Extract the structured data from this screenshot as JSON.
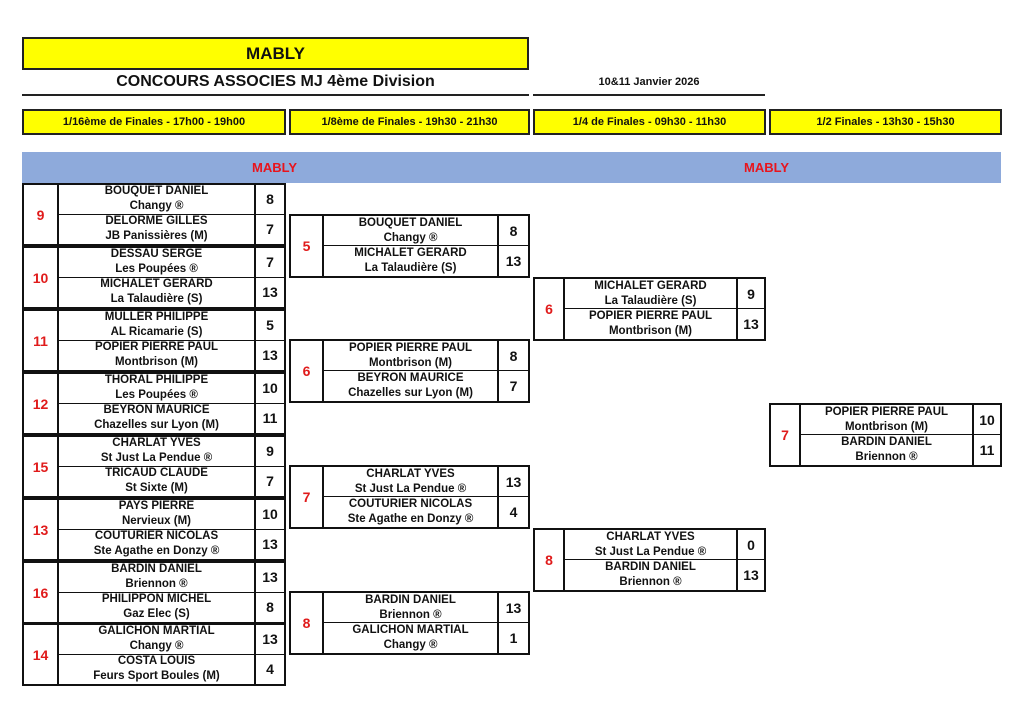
{
  "header": {
    "venue": "MABLY",
    "competition": "CONCOURS ASSOCIES MJ 4ème Division",
    "date": "10&11 Janvier 2026"
  },
  "rounds": [
    {
      "label": "1/16ème de Finales - 17h00 - 19h00"
    },
    {
      "label": "1/8ème de Finales - 19h30 - 21h30"
    },
    {
      "label": "1/4 de Finales - 09h30 - 11h30"
    },
    {
      "label": "1/2 Finales - 13h30 - 15h30"
    }
  ],
  "band": {
    "left_label": "MABLY",
    "right_label": "MABLY"
  },
  "colors": {
    "header_yellow": "#ffff00",
    "band_blue": "#8eaadb",
    "number_red": "#e01b1b"
  },
  "round1": [
    {
      "number": "9",
      "players": [
        {
          "name": "BOUQUET DANIEL",
          "club": "Changy ®",
          "score": "8"
        },
        {
          "name": "DELORME GILLES",
          "club": "JB Panissières (M)",
          "score": "7"
        }
      ]
    },
    {
      "number": "10",
      "players": [
        {
          "name": "DESSAU SERGE",
          "club": "Les Poupées ®",
          "score": "7"
        },
        {
          "name": "MICHALET GERARD",
          "club": "La Talaudière (S)",
          "score": "13"
        }
      ]
    },
    {
      "number": "11",
      "players": [
        {
          "name": "MULLER PHILIPPE",
          "club": "AL Ricamarie (S)",
          "score": "5"
        },
        {
          "name": "POPIER PIERRE PAUL",
          "club": "Montbrison (M)",
          "score": "13"
        }
      ]
    },
    {
      "number": "12",
      "players": [
        {
          "name": "THORAL PHILIPPE",
          "club": "Les Poupées ®",
          "score": "10"
        },
        {
          "name": "BEYRON MAURICE",
          "club": "Chazelles sur Lyon (M)",
          "score": "11"
        }
      ]
    },
    {
      "number": "15",
      "players": [
        {
          "name": "CHARLAT YVES",
          "club": "St Just La Pendue ®",
          "score": "9"
        },
        {
          "name": "TRICAUD CLAUDE",
          "club": "St Sixte (M)",
          "score": "7"
        }
      ]
    },
    {
      "number": "13",
      "players": [
        {
          "name": "PAYS PIERRE",
          "club": "Nervieux (M)",
          "score": "10"
        },
        {
          "name": "COUTURIER NICOLAS",
          "club": "Ste Agathe en Donzy ®",
          "score": "13"
        }
      ]
    },
    {
      "number": "16",
      "players": [
        {
          "name": "BARDIN DANIEL",
          "club": "Briennon ®",
          "score": "13"
        },
        {
          "name": "PHILIPPON MICHEL",
          "club": "Gaz Elec (S)",
          "score": "8"
        }
      ]
    },
    {
      "number": "14",
      "players": [
        {
          "name": "GALICHON MARTIAL",
          "club": "Changy ®",
          "score": "13"
        },
        {
          "name": "COSTA LOUIS",
          "club": "Feurs Sport Boules (M)",
          "score": "4"
        }
      ]
    }
  ],
  "round2": [
    {
      "number": "5",
      "players": [
        {
          "name": "BOUQUET DANIEL",
          "club": "Changy ®",
          "score": "8"
        },
        {
          "name": "MICHALET GERARD",
          "club": "La Talaudière (S)",
          "score": "13"
        }
      ]
    },
    {
      "number": "6",
      "players": [
        {
          "name": "POPIER PIERRE PAUL",
          "club": "Montbrison (M)",
          "score": "8"
        },
        {
          "name": "BEYRON MAURICE",
          "club": "Chazelles sur Lyon (M)",
          "score": "7"
        }
      ]
    },
    {
      "number": "7",
      "players": [
        {
          "name": "CHARLAT YVES",
          "club": "St Just La Pendue ®",
          "score": "13"
        },
        {
          "name": "COUTURIER NICOLAS",
          "club": "Ste Agathe en Donzy ®",
          "score": "4"
        }
      ]
    },
    {
      "number": "8",
      "players": [
        {
          "name": "BARDIN DANIEL",
          "club": "Briennon ®",
          "score": "13"
        },
        {
          "name": "GALICHON MARTIAL",
          "club": "Changy ®",
          "score": "1"
        }
      ]
    }
  ],
  "round3": [
    {
      "number": "6",
      "players": [
        {
          "name": "MICHALET GERARD",
          "club": "La Talaudière (S)",
          "score": "9"
        },
        {
          "name": "POPIER PIERRE PAUL",
          "club": "Montbrison (M)",
          "score": "13"
        }
      ]
    },
    {
      "number": "8",
      "players": [
        {
          "name": "CHARLAT YVES",
          "club": "St Just La Pendue ®",
          "score": "0"
        },
        {
          "name": "BARDIN DANIEL",
          "club": "Briennon ®",
          "score": "13"
        }
      ]
    }
  ],
  "round4": [
    {
      "number": "7",
      "players": [
        {
          "name": "POPIER PIERRE PAUL",
          "club": "Montbrison (M)",
          "score": "10"
        },
        {
          "name": "BARDIN DANIEL",
          "club": "Briennon ®",
          "score": "11"
        }
      ]
    }
  ]
}
